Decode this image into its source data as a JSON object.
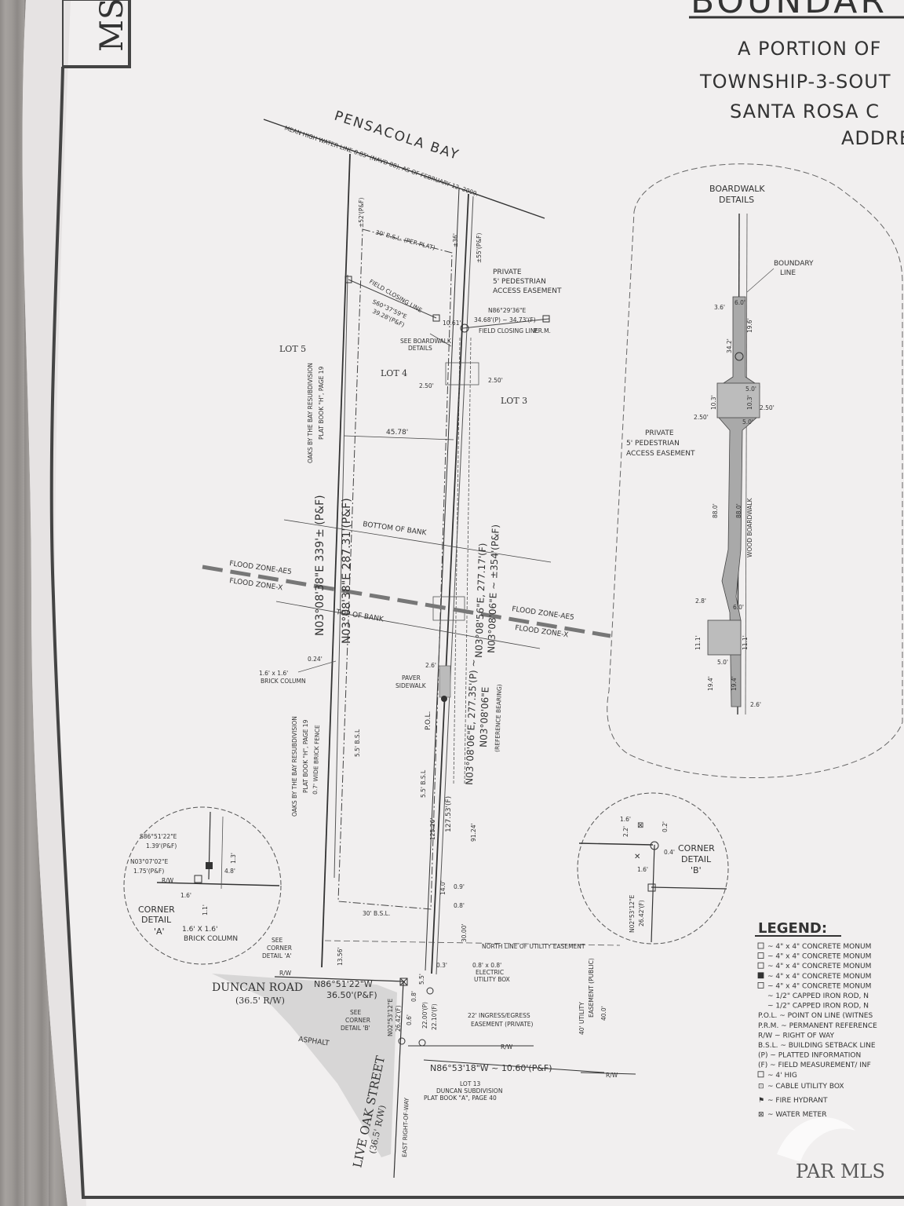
{
  "title_block": {
    "heading": "BOUNDAR",
    "line1": "A PORTION OF",
    "line2": "TOWNSHIP-3-SOUT",
    "line3": "SANTA ROSA C",
    "line4": "ADDRE"
  },
  "logo_letters": "MSP",
  "water": {
    "bay_name": "PENSACOLA BAY",
    "mhw_note": "MEAN HIGH WATER LINE 0.85' (NAVD 88), AS OF FEBRUARY 12, 2009."
  },
  "lots": {
    "lot_west": "LOT 5",
    "lot_4": "LOT 4",
    "lot_3": "LOT 3",
    "lot_13": "LOT 13",
    "duncan_sub": "DUNCAN SUBDIVISION",
    "duncan_plat": "PLAT BOOK \"A\", PAGE 40"
  },
  "oaks": {
    "name": "OAKS BY THE BAY RESUBDIVISION",
    "plat": "PLAT BOOK \"H\", PAGE 19"
  },
  "dims": {
    "d52": "±52'(P&F)",
    "d36": "±36'",
    "d55": "±55'(P&F)",
    "bsl30_plat": "30' B.S.L. (PER PLAT)",
    "bsl30": "30' B.S.L.",
    "bsl55": "5.5' B.S.L",
    "bsl55b": "5.5' B.S.L",
    "w4578": "45.78'",
    "d250a": "2.50'",
    "d250b": "2.50'",
    "d1061": "10.61'",
    "west1": "N03°08'38\"E  339'± (P&F)",
    "west2": "N03°08'38\"E  287.31'(P&F)",
    "east1": "N03°08'56\"E, 277.17'(F)",
    "east2": "N03°08'06\"E ~ ±354'(P&F)",
    "east3": "N03°08'06\"E, 277.35'(P) ~",
    "east4": "N03°08'06\"E",
    "east4b": "(REFERENCE BEARING)",
    "d12753": "127.53'(F)",
    "d12526": "125.26'",
    "d9124": "91.24'",
    "d3000": "30.00'",
    "d1356": "13.56'",
    "d024": "0.24'",
    "d26": "2.6'",
    "d140": "14.0'",
    "d09": "0.9'",
    "d08": "0.8'",
    "d03": "0.3'",
    "d55b": "5.5'",
    "d06": "0.6'",
    "d08b": "0.8'",
    "s60": "S60°37'59\"E",
    "s60b": "39.28'(P&F)",
    "n86a": "N86°29'36\"E",
    "n86b": "34.68'(P) ~ 34.73'(F)",
    "n86road": "N86°51'22\"W",
    "n86road2": "36.50'(P&F)",
    "n02": "N02°53'12\"E",
    "n02b": "26.42'(F)",
    "d2200": "22.00'(P)",
    "d2210": "22.10'(F)",
    "n86bot": "N86°53'18\"W ~ 10.60'(P&F)"
  },
  "notes": {
    "field_closing": "FIELD CLOSING LINE",
    "field_closing2": "FIELD CLOSING LINE",
    "prm": "P.R.M.",
    "see_boardwalk": "SEE BOARDWALK",
    "details": "DETAILS",
    "private": "PRIVATE",
    "ped_easement": "5' PEDESTRIAN",
    "access_easement": "ACCESS EASEMENT",
    "bottom_bank": "BOTTOM OF BANK",
    "top_bank": "TOP OF BANK",
    "flood_ae5": "FLOOD ZONE-AE5",
    "flood_x": "FLOOD ZONE-X",
    "flood_ae5b": "FLOOD ZONE-AE5",
    "flood_xb": "FLOOD ZONE-X",
    "brick_column": "1.6' x 1.6'",
    "brick_column2": "BRICK COLUMN",
    "paver": "PAVER",
    "sidewalk": "SIDEWALK",
    "pol": "P.O.L.",
    "brick_fence": "0.7' WIDE BRICK FENCE",
    "util_north": "NORTH LINE OF UTILITY EASEMENT",
    "elec1": "0.8' x 0.8'",
    "elec2": "ELECTRIC",
    "elec3": "UTILITY BOX",
    "see_a": "SEE",
    "see_a2": "CORNER",
    "see_a3": "DETAIL 'A'",
    "see_b": "SEE",
    "see_b2": "CORNER",
    "see_b3": "DETAIL 'B'",
    "ingress": "22' INGRESS/EGRESS",
    "ingress2": "EASEMENT (PRIVATE)",
    "util40": "40' UTILITY",
    "util40b": "EASEMENT (PUBLIC)",
    "util40c": "40.0'",
    "rw": "R/W",
    "rw2": "R/W",
    "rw3": "R/W",
    "east_row": "EAST RIGHT-OF-WAY",
    "asphalt": "ASPHALT"
  },
  "roads": {
    "duncan": "DUNCAN ROAD",
    "duncan_rw": "(36.5' R/W)",
    "live_oak": "LIVE OAK STREET",
    "live_oak_rw": "(36.5' R/W)"
  },
  "boardwalk": {
    "title1": "BOARDWALK",
    "title2": "DETAILS",
    "boundary1": "BOUNDARY",
    "boundary2": "LINE",
    "private": "PRIVATE",
    "ped": "5' PEDESTRIAN",
    "access": "ACCESS EASEMENT",
    "wood": "WOOD BOARDWALK",
    "d36": "3.6'",
    "d60": "6.0'",
    "d196": "19.6'",
    "d342": "34.2'",
    "d50a": "5.0'",
    "d50b": "5.0'",
    "d103a": "10.3'",
    "d103b": "10.3'",
    "d250a": "2.50'",
    "d250b": "2.50'",
    "d880a": "88.0'",
    "d880b": "88.0'",
    "d28": "2.8'",
    "d60b": "6.0'",
    "d111a": "11.1'",
    "d111b": "11.1'",
    "d194a": "19.4'",
    "d194b": "19.4'",
    "d26": "2.6'"
  },
  "detail_a": {
    "title": "CORNER",
    "title2": "DETAIL",
    "letter": "'A'",
    "s86": "S86°51'22\"E",
    "s86b": "1.39'(P&F)",
    "n03": "N03°07'02\"E",
    "n03b": "1.75'(P&F)",
    "rw": "R/W",
    "d16": "1.6'",
    "d48": "4.8'",
    "d11": "1.1'",
    "d13": "1.3'",
    "col": "1.6' X 1.6'",
    "col2": "BRICK COLUMN"
  },
  "detail_b": {
    "title": "CORNER",
    "title2": "DETAIL",
    "letter": "'B'",
    "bearing": "N02°53'12\"E",
    "dist": "26.42'(F)",
    "d16": "1.6'",
    "d04": "0.4'",
    "d02": "0.2'",
    "d22": "2.2'",
    "d16b": "1.6'"
  },
  "legend": {
    "title": "LEGEND:",
    "items": [
      "~ 4\" x 4\" CONCRETE MONUM",
      "~ 4\" x 4\" CONCRETE MONUM",
      "~ 4\" x 4\" CONCRETE MONUM",
      "~ 4\" x 4\" CONCRETE MONUM",
      "~ 4\" x 4\" CONCRETE MONUM",
      "~ 1/2\" CAPPED IRON ROD, N",
      "~ 1/2\" CAPPED IRON ROD, N",
      "P.O.L. ~ POINT ON LINE (WITNES",
      "P.R.M. ~ PERMANENT REFERENCE",
      "R/W ~ RIGHT OF WAY",
      "B.S.L. ~ BUILDING SETBACK LINE",
      "(P) ~ PLATTED INFORMATION",
      "(F) ~ FIELD MEASUREMENT/ INF",
      "~ 4' HIG"
    ],
    "extra": [
      "~ CABLE UTILITY BOX",
      "~ FIRE HYDRANT",
      "~ WATER METER"
    ]
  },
  "watermark": "PAR MLS"
}
